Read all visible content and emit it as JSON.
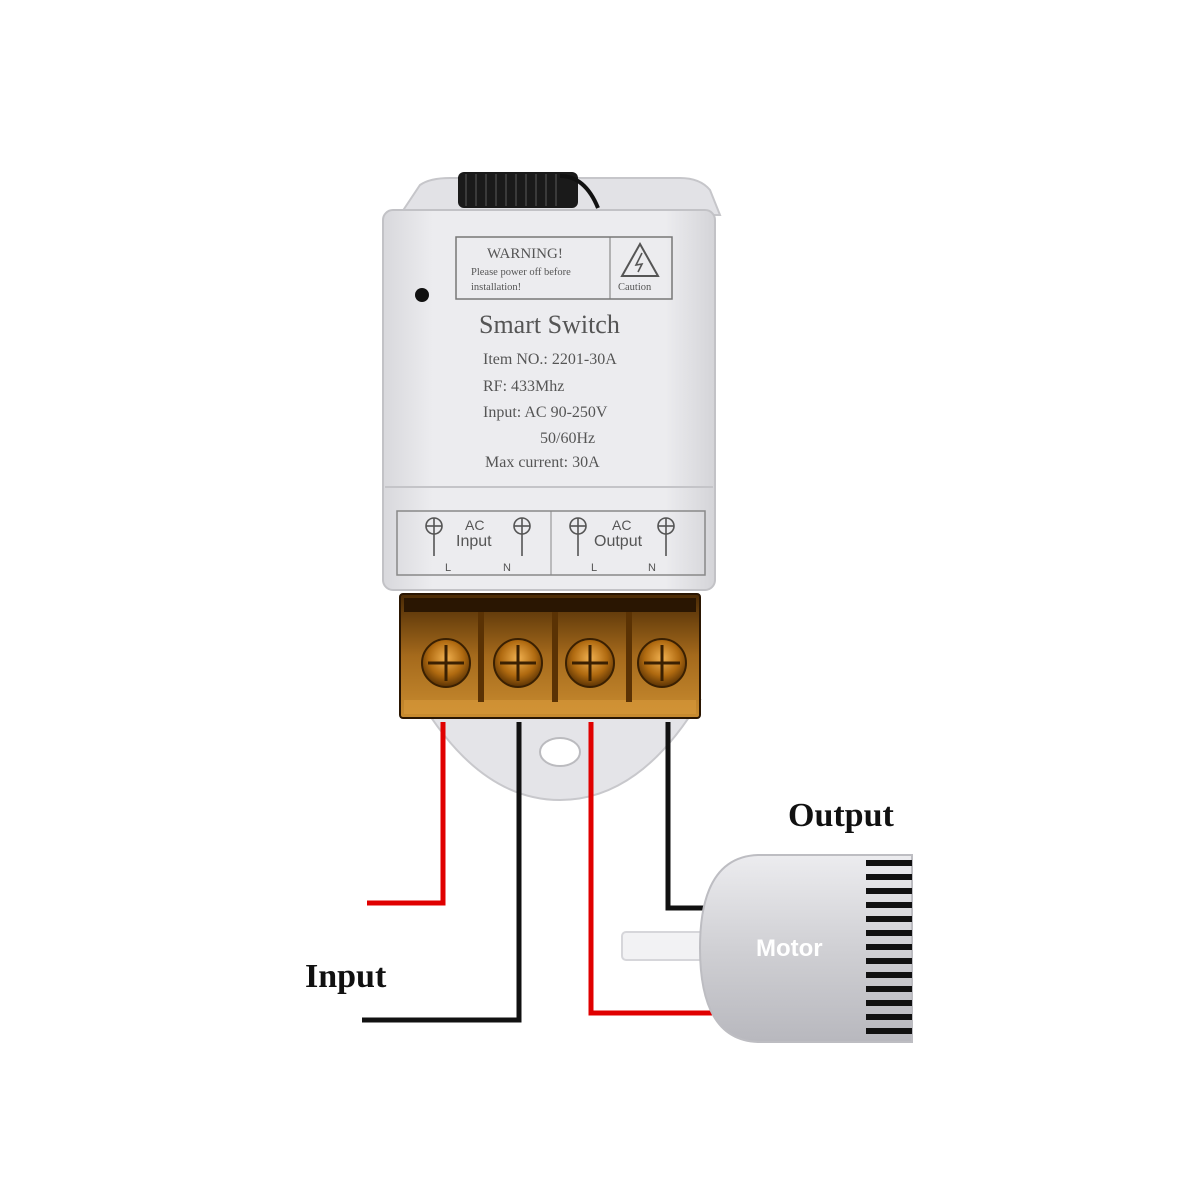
{
  "colors": {
    "wire_live": "#e00000",
    "wire_neutral": "#111111",
    "housing": "#e6e6ea",
    "terminal_cover": "#8a5a14",
    "label_text": "#555555"
  },
  "device": {
    "warning": {
      "title": "WARNING!",
      "line1": "Please power off before",
      "line2": "installation!",
      "caution": "Caution"
    },
    "title": "Smart Switch",
    "item_no": "Item NO.: 2201-30A",
    "rf": "RF: 433Mhz",
    "input": "Input: AC 90-250V",
    "frequency": "50/60Hz",
    "max_current": "Max current: 30A",
    "terminal_panel": {
      "input_ac": "AC",
      "input_label": "Input",
      "output_ac": "AC",
      "output_label": "Output",
      "terminals": [
        "L",
        "N",
        "L",
        "N"
      ]
    }
  },
  "diagram": {
    "input_label": "Input",
    "output_label": "Output",
    "motor_label": "Motor"
  }
}
